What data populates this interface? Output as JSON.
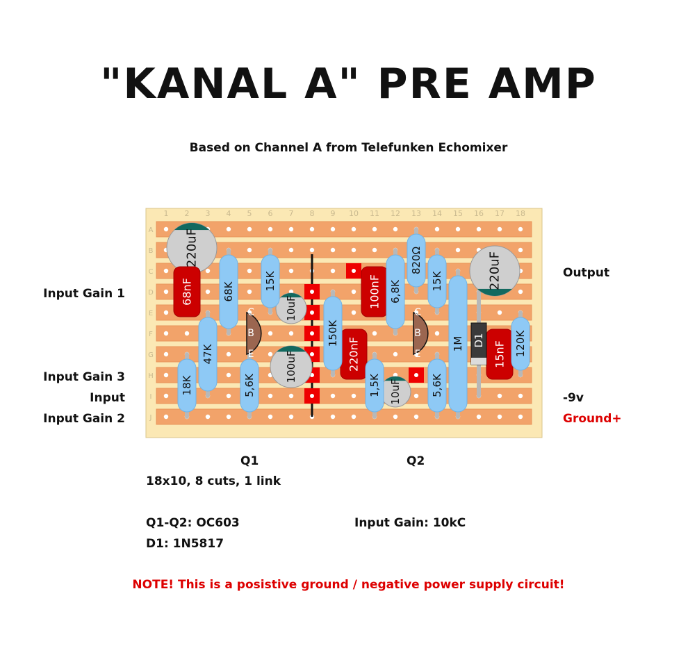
{
  "title": "\"KANAL A\" PRE AMP",
  "subtitle": "Based on Channel A from Telefunken Echomixer",
  "board": {
    "columns": [
      "1",
      "2",
      "3",
      "4",
      "5",
      "6",
      "7",
      "8",
      "9",
      "10",
      "11",
      "12",
      "13",
      "14",
      "15",
      "16",
      "17",
      "18"
    ],
    "rows": [
      "A",
      "B",
      "C",
      "D",
      "E",
      "F",
      "G",
      "H",
      "I",
      "J"
    ]
  },
  "labels_left": {
    "input_gain_1": "Input Gain 1",
    "input_gain_3": "Input Gain 3",
    "input": "Input",
    "input_gain_2": "Input Gain 2"
  },
  "labels_right": {
    "output": "Output",
    "neg9v": "-9v",
    "ground": "Ground+"
  },
  "transistor_names": {
    "q1": "Q1",
    "q2": "Q2"
  },
  "pin_letters": {
    "c": "C",
    "b": "B",
    "e": "E"
  },
  "info": {
    "size": "18x10, 8 cuts, 1 link",
    "transistors": "Q1-Q2: OC603",
    "diode": "D1: 1N5817",
    "input_gain": "Input Gain: 10kC"
  },
  "note": "NOTE! This is a posistive ground / negative power supply circuit!",
  "components": {
    "c220_left": "220uF",
    "c68n": "68nF",
    "r68k": "68K",
    "r15k_a": "15K",
    "c10u_a": "10uF",
    "r47k": "47K",
    "r18k": "18K",
    "r56k_a": "5,6K",
    "c100u": "100uF",
    "r150k": "150K",
    "c100n": "100nF",
    "c220n": "220nF",
    "r68k2": "6,8K",
    "r820": "820Ω",
    "r15k_b": "15K",
    "r15k1": "1,5K",
    "c10u_b": "10uF",
    "r56k_b": "5,6K",
    "r1m": "1M",
    "d1": "D1",
    "c15n": "15nF",
    "r120k": "120K",
    "c220_right": "220uF"
  },
  "colors": {
    "board_bg": "#fbe8b4",
    "strip": "#f2a36a",
    "resistor": "#8ec9f5",
    "film_cap": "#cc0000",
    "elco": "#cfcfcf",
    "elco_band": "#13695f",
    "transistor": "#9b6650",
    "cut": "#ee0000",
    "accent_red": "#dd0000"
  }
}
